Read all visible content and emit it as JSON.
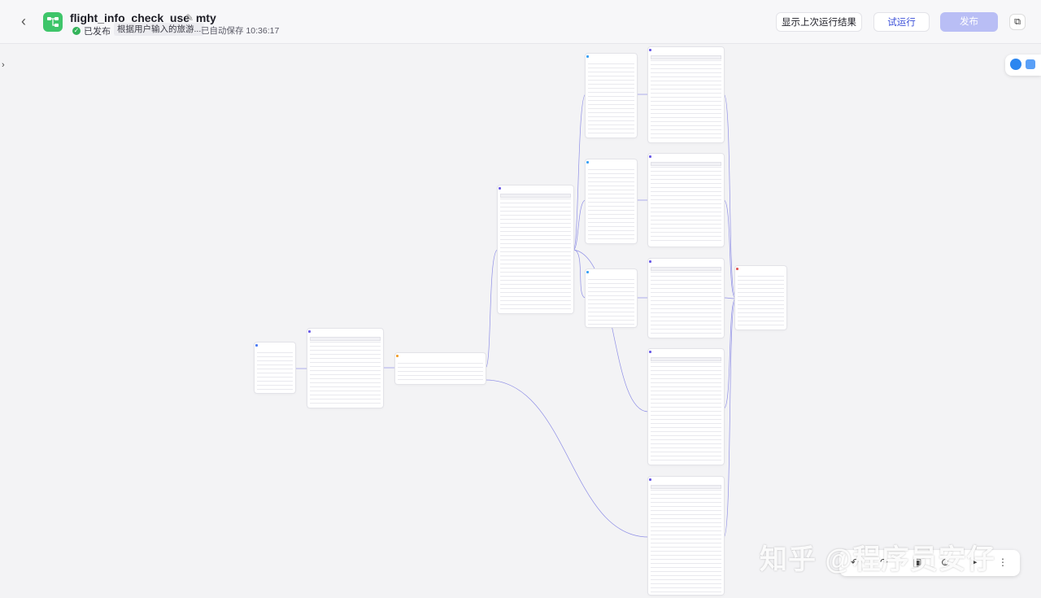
{
  "header": {
    "back_icon": "chevron-left-icon",
    "app_name": "flight_info_check_use_mty",
    "status": "已发布",
    "description": "根据用户输入的旅游...",
    "autosave": "已自动保存 10:36:17",
    "show_last_run": "显示上次运行结果",
    "test_run": "试运行",
    "publish": "发布",
    "colors": {
      "accent": "#3b4fd8",
      "publish_disabled": "#b9bef5",
      "status_ok": "#33b35a",
      "logo": "#3ec56a"
    }
  },
  "canvas": {
    "nodes": [
      {
        "id": "start"
      },
      {
        "id": "n2"
      },
      {
        "id": "n3"
      },
      {
        "id": "n4"
      },
      {
        "id": "n5"
      },
      {
        "id": "n6"
      },
      {
        "id": "n7"
      },
      {
        "id": "n8"
      },
      {
        "id": "n9"
      },
      {
        "id": "n10"
      },
      {
        "id": "n11"
      },
      {
        "id": "n12"
      },
      {
        "id": "end"
      }
    ]
  },
  "bottom_toolbar": {
    "undo_icon": "undo-icon",
    "redo_icon": "redo-icon",
    "more_icon": "more-icon"
  },
  "watermark": "知乎 @程序员安仔"
}
